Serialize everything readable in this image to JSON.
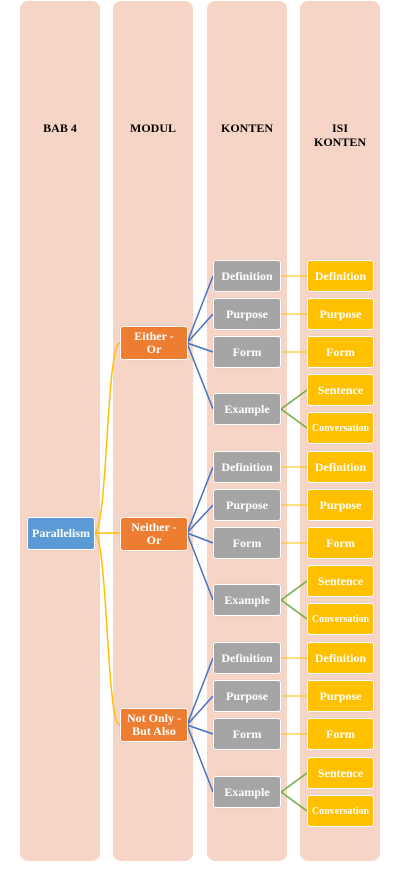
{
  "lanes": {
    "bab": "BAB 4",
    "modul": "MODUL",
    "konten": "KONTEN",
    "isi_line1": "ISI",
    "isi_line2": "KONTEN"
  },
  "root": "Parallelism",
  "modules": [
    {
      "line1": "Either  -",
      "line2": "Or",
      "konten": {
        "definition": "Definition",
        "purpose": "Purpose",
        "form": "Form",
        "example": "Example"
      },
      "isi": {
        "definition": "Definition",
        "purpose": "Purpose",
        "form": "Form",
        "sentence": "Sentence",
        "conversation": "Conversation"
      }
    },
    {
      "line1": "Neither -",
      "line2": "Or",
      "konten": {
        "definition": "Definition",
        "purpose": "Purpose",
        "form": "Form",
        "example": "Example"
      },
      "isi": {
        "definition": "Definition",
        "purpose": "Purpose",
        "form": "Form",
        "sentence": "Sentence",
        "conversation": "Conversation"
      }
    },
    {
      "line1": "Not Only -",
      "line2": "But Also",
      "konten": {
        "definition": "Definition",
        "purpose": "Purpose",
        "form": "Form",
        "example": "Example"
      },
      "isi": {
        "definition": "Definition",
        "purpose": "Purpose",
        "form": "Form",
        "sentence": "Sentence",
        "conversation": "Conversation"
      }
    }
  ],
  "colors": {
    "lane": "#f6d5c7",
    "root": "#5b9bd5",
    "module": "#ed7d31",
    "konten": "#a5a5a5",
    "isi": "#ffc000",
    "link_root": "#ffc000",
    "link_module": "#4472c4",
    "link_example": "#70ad47"
  }
}
